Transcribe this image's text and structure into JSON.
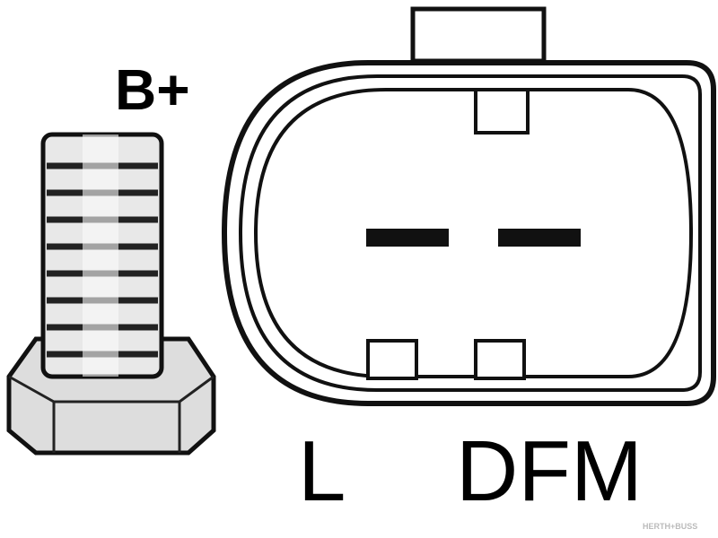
{
  "labels": {
    "b_plus": "B+",
    "l": "L",
    "dfm": "DFM"
  },
  "watermark": "HERTH+BUSS"
}
